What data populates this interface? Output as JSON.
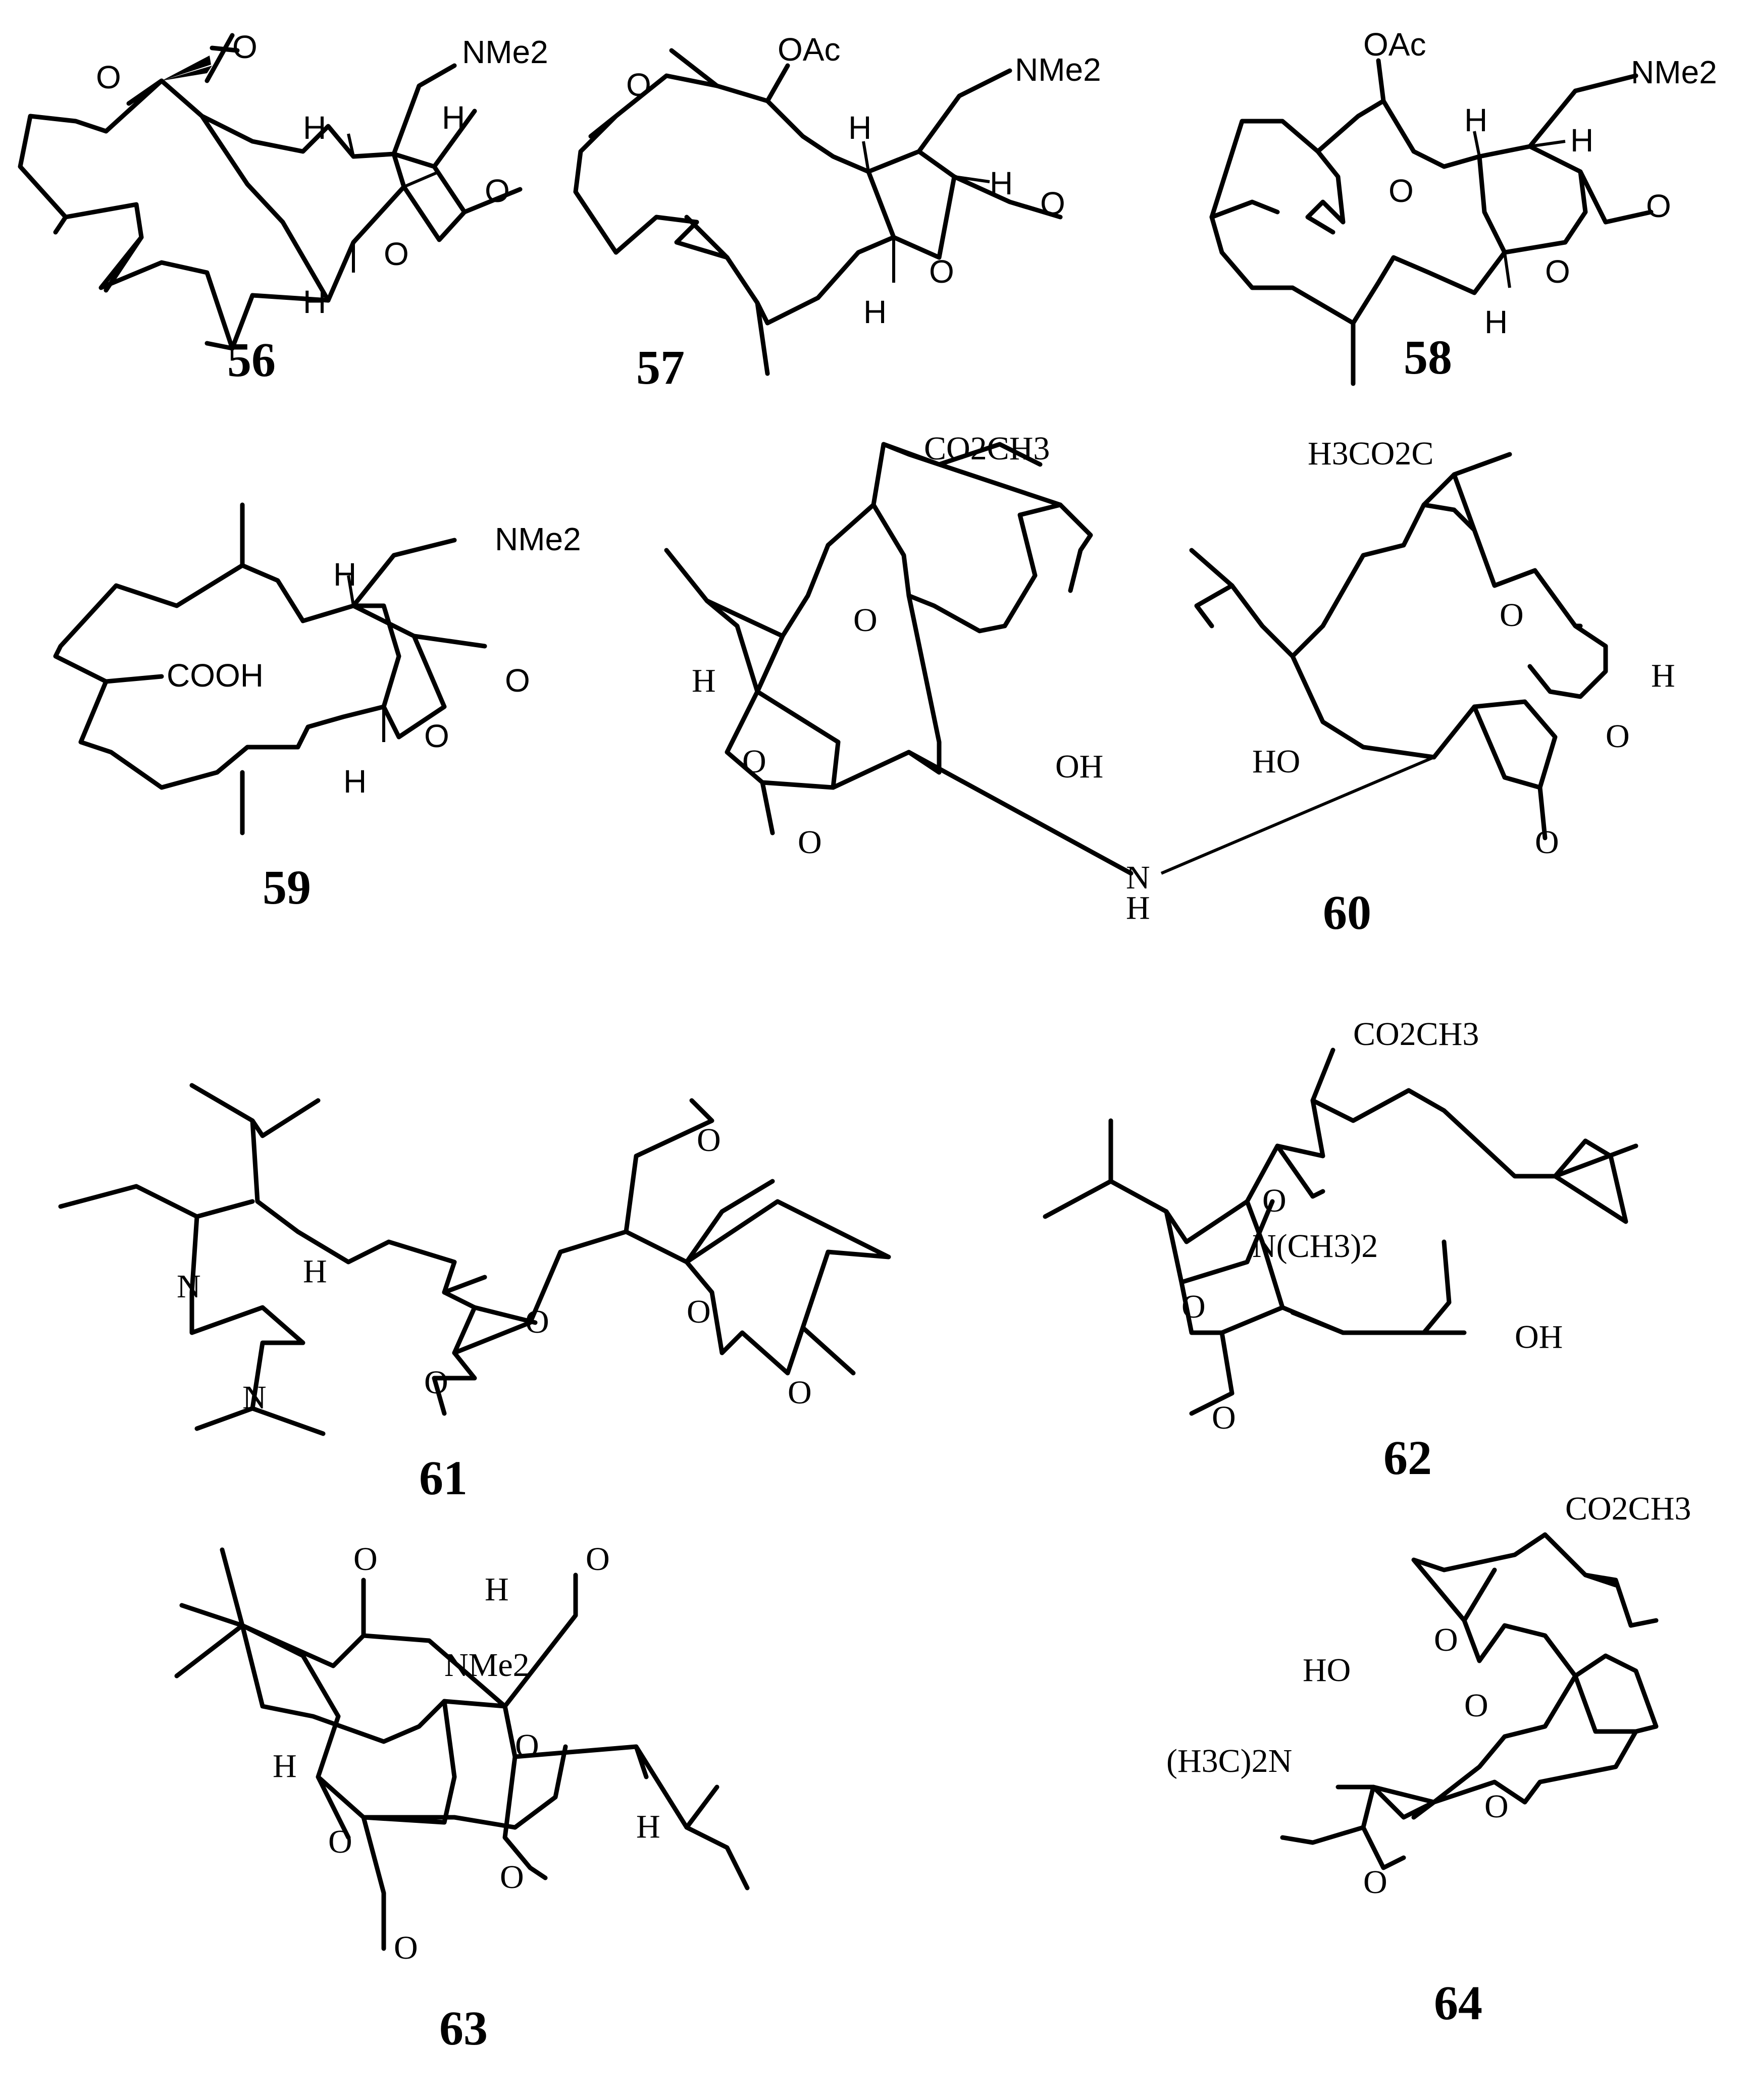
{
  "compounds": [
    {
      "id": "56",
      "labels": [
        "O",
        "O",
        "H",
        "NMe2",
        "H",
        "O",
        "O",
        "H"
      ]
    },
    {
      "id": "57",
      "labels": [
        "OAc",
        "O",
        "NMe2",
        "H",
        "H",
        "O",
        "O",
        "H"
      ]
    },
    {
      "id": "58",
      "labels": [
        "OAc",
        "NMe2",
        "H",
        "H",
        "O",
        "O",
        "O",
        "H"
      ]
    },
    {
      "id": "59",
      "labels": [
        "NMe2",
        "H",
        "COOH",
        "O",
        "O",
        "H"
      ]
    },
    {
      "id": "60",
      "labels": [
        "CO2CH3",
        "H3CO2C",
        "O",
        "O",
        "H",
        "H",
        "O",
        "O",
        "O",
        "O",
        "OH",
        "HO",
        "N",
        "H"
      ]
    },
    {
      "id": "61",
      "labels": [
        "O",
        "O",
        "O",
        "O",
        "O",
        "N",
        "H",
        "N"
      ]
    },
    {
      "id": "62",
      "labels": [
        "CO2CH3",
        "O",
        "N(CH3)2",
        "O",
        "O",
        "OH"
      ]
    },
    {
      "id": "63",
      "labels": [
        "O",
        "O",
        "H",
        "NMe2",
        "O",
        "H",
        "O",
        "O",
        "O",
        "H"
      ]
    },
    {
      "id": "64",
      "labels": [
        "CO2CH3",
        "O",
        "HO",
        "O",
        "(H3C)2N",
        "O",
        "O"
      ]
    }
  ]
}
